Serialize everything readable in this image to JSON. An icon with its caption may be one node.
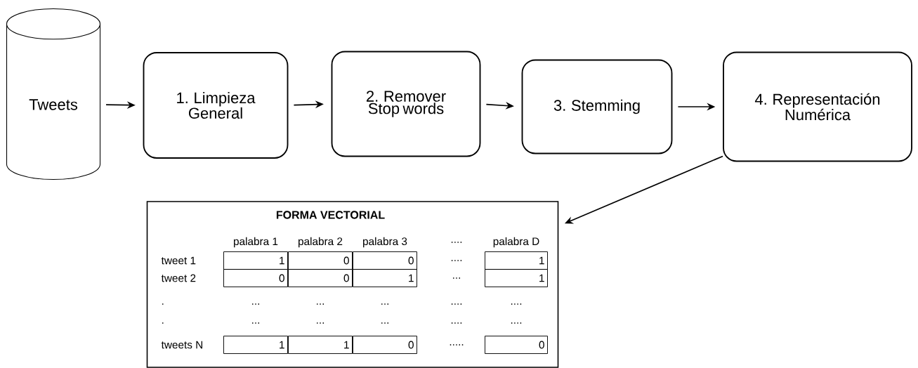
{
  "diagram": {
    "nodes": [
      {
        "text": [
          "Tweets"
        ]
      },
      {
        "text": [
          "1. Limpieza General"
        ]
      },
      {
        "text": [
          "2. Remover Stop words"
        ]
      },
      {
        "text": [
          "3. Stemming"
        ]
      },
      {
        "text": [
          "4. Representación Numérica"
        ]
      },
      {
        "text": [
          "FORMA VECTORIAL"
        ]
      }
    ],
    "edges": [
      {
        "from": 0,
        "to": 1,
        "arrow": "to"
      },
      {
        "from": 1,
        "to": 2,
        "arrow": "to"
      },
      {
        "from": 2,
        "to": 3,
        "arrow": "to"
      },
      {
        "from": 3,
        "to": 4,
        "arrow": "to"
      },
      {
        "from": 4,
        "to": 5,
        "arrow": "to"
      }
    ],
    "labels": [
      "palabra 1",
      "palabra 2",
      "palabra 3",
      "....",
      "palabra D",
      "tweet 1",
      "1",
      "0",
      "0",
      "....",
      "1",
      "tweet 2",
      "0",
      "0",
      "1",
      "...",
      "1",
      ".",
      "...",
      "...",
      "...",
      "....",
      "....",
      ".",
      "...",
      "...",
      "...",
      "....",
      "....",
      "tweets N",
      "1",
      "1",
      "0",
      ".....",
      "0"
    ]
  }
}
